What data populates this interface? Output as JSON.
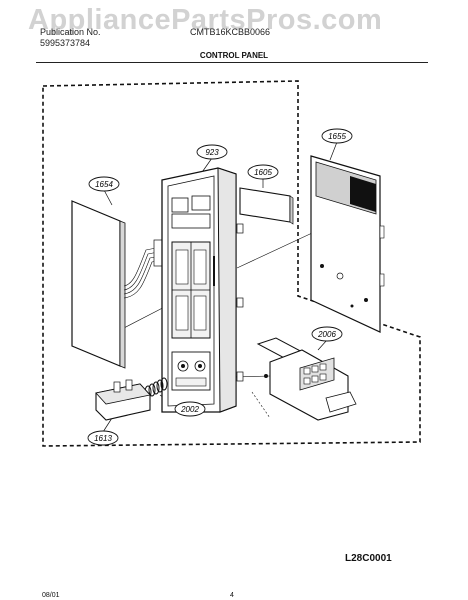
{
  "header": {
    "watermark": "AppliancePartsPros.com",
    "left_line1": "Publication No.",
    "left_line2": "5995373784",
    "right_line1": "CMTB16KCBB0066",
    "section_title": "CONTROL PANEL"
  },
  "callouts": {
    "c923": "923",
    "c1605": "1605",
    "c1655": "1655",
    "c1654": "1654",
    "c2006": "2006",
    "c2002": "2002",
    "c1613": "1613"
  },
  "diagram_code": "L28C0001",
  "footer": {
    "date": "08/01",
    "page": "4"
  }
}
